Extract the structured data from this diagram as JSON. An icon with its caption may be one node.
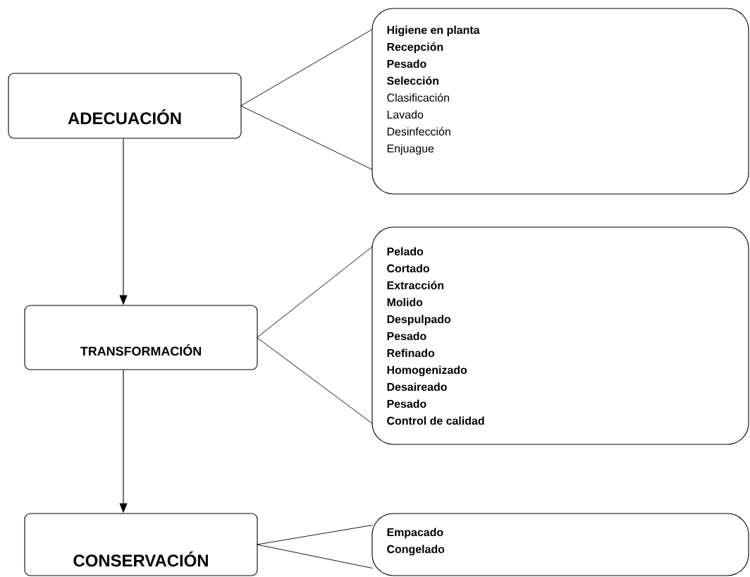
{
  "diagram": {
    "nodes": [
      {
        "text": [
          "ADECUACIÓN"
        ]
      },
      {
        "text": [
          "**Higiene en planta**",
          "**Recepción**",
          "**Pesado**",
          "**Selección**",
          "Clasificación",
          "Lavado",
          "Desinfección",
          "Enjuague"
        ]
      },
      {
        "text": [
          "TRANSFORMACIÓN"
        ]
      },
      {
        "text": [
          "Pelado",
          "Cortado",
          "Extracción",
          "Molido",
          "Despulpado",
          "Pesado",
          "Refinado",
          "Homogenizado",
          "Desaireado",
          "Pesado",
          "Control de calidad"
        ]
      },
      {
        "text": [
          "CONSERVACIÓN"
        ]
      },
      {
        "text": [
          "Empacado",
          "Congelado"
        ]
      }
    ],
    "edges": [
      {
        "from": 0,
        "to": 2,
        "arrow": "to"
      },
      {
        "from": 2,
        "to": 4,
        "arrow": "to"
      },
      {
        "from": 0,
        "to": 1,
        "arrow": "none"
      },
      {
        "from": 2,
        "to": 3,
        "arrow": "none"
      },
      {
        "from": 4,
        "to": 5,
        "arrow": "none"
      }
    ]
  }
}
